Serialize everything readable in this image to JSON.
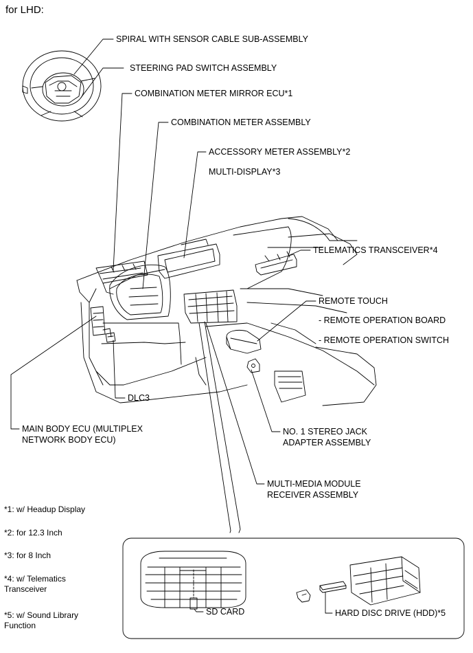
{
  "header": "for LHD:",
  "labels": {
    "spiral": "SPIRAL WITH SENSOR CABLE SUB-ASSEMBLY",
    "steering_pad": "STEERING PAD SWITCH ASSEMBLY",
    "mirror_ecu": "COMBINATION METER MIRROR ECU*1",
    "combination_meter": "COMBINATION METER ASSEMBLY",
    "accessory_meter": "ACCESSORY METER ASSEMBLY*2",
    "multi_display": "MULTI-DISPLAY*3",
    "telematics": "TELEMATICS TRANSCEIVER*4",
    "remote_touch": "REMOTE TOUCH",
    "remote_board": "- REMOTE OPERATION BOARD",
    "remote_switch": "- REMOTE OPERATION SWITCH",
    "dlc3": "DLC3",
    "main_body_ecu_1": "MAIN BODY ECU (MULTIPLEX",
    "main_body_ecu_2": "NETWORK BODY ECU)",
    "stereo_jack_1": "NO. 1 STEREO JACK",
    "stereo_jack_2": "ADAPTER ASSEMBLY",
    "multimedia_1": "MULTI-MEDIA MODULE",
    "multimedia_2": "RECEIVER ASSEMBLY",
    "sd_card": "SD CARD",
    "hdd": "HARD DISC DRIVE (HDD)*5"
  },
  "notes": [
    {
      "line1": "*1: w/ Headup Display",
      "line2": ""
    },
    {
      "line1": "*2: for 12.3 Inch",
      "line2": ""
    },
    {
      "line1": "*3: for 8 Inch",
      "line2": ""
    },
    {
      "line1": "*4: w/ Telematics",
      "line2": "Transceiver"
    },
    {
      "line1": "*5: w/ Sound Library",
      "line2": "Function"
    }
  ]
}
